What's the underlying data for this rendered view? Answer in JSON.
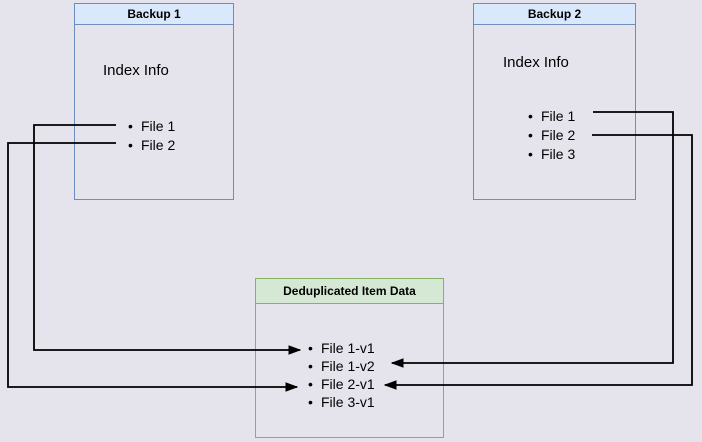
{
  "diagram": {
    "type": "backup-deduplication-diagram",
    "background_color": "#e5e4ed",
    "line_color": "#000000"
  },
  "palette": {
    "blue_fill": "#dae8fc",
    "blue_border": "#6c8ebf",
    "green_fill": "#d5e8d4",
    "green_border": "#82b366"
  },
  "ui": {
    "bullet": "•"
  },
  "backup1": {
    "title": "Backup 1",
    "subtitle": "Index Info",
    "files": [
      "File 1",
      "File 2"
    ]
  },
  "backup2": {
    "title": "Backup 2",
    "subtitle": "Index Info",
    "files": [
      "File 1",
      "File 2",
      "File 3"
    ]
  },
  "dedup": {
    "title": "Deduplicated Item Data",
    "items": [
      "File 1-v1",
      "File 1-v2",
      "File 2-v1",
      "File 3-v1"
    ]
  },
  "connections": [
    {
      "from": "Backup 1 / File 1",
      "to": "File 1-v1",
      "route": "left"
    },
    {
      "from": "Backup 1 / File 2",
      "to": "File 2-v1",
      "route": "left"
    },
    {
      "from": "Backup 2 / File 1",
      "to": "File 1-v2",
      "route": "right"
    },
    {
      "from": "Backup 2 / File 2",
      "to": "File 2-v1",
      "route": "right"
    }
  ]
}
